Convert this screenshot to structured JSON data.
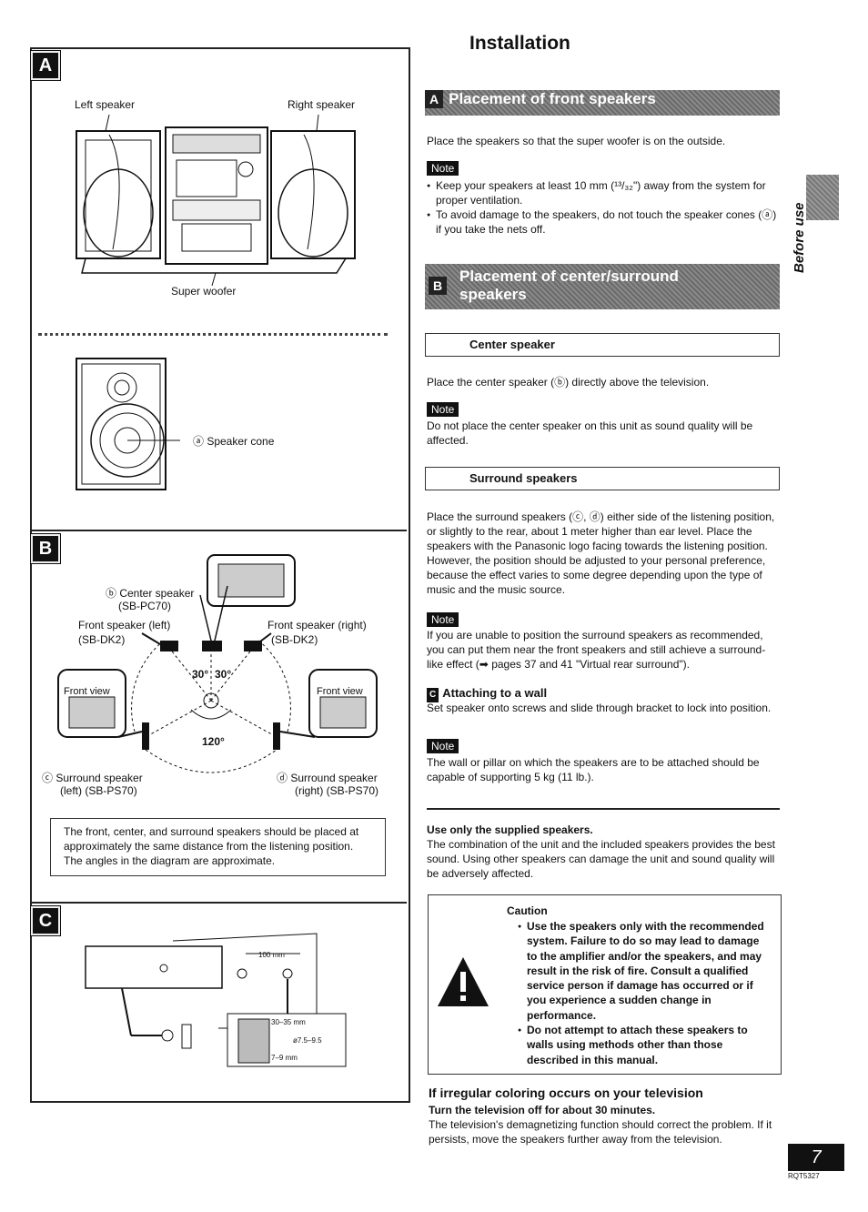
{
  "page_title": "Installation",
  "side_tab": "Before use",
  "page_number": "7",
  "doc_code": "RQT5327",
  "figure": {
    "tags": {
      "a": "A",
      "b": "B",
      "c": "C"
    },
    "a": {
      "left_speaker": "Left speaker",
      "right_speaker": "Right speaker",
      "super_woofer": "Super woofer",
      "speaker_cone": "ⓐ Speaker cone"
    },
    "b": {
      "center_speaker": "ⓑ Center speaker",
      "center_model": "(SB-PC70)",
      "front_left": "Front speaker (left)",
      "front_left_model": "(SB-DK2)",
      "front_right": "Front speaker (right)",
      "front_right_model": "(SB-DK2)",
      "front_view_l": "Front view",
      "front_view_r": "Front view",
      "angle_l": "30°",
      "angle_r": "30°",
      "angle_bottom": "120°",
      "surround_left": "ⓒ Surround speaker",
      "surround_left_model": "(left) (SB-PS70)",
      "surround_right": "ⓓ Surround speaker",
      "surround_right_model": "(right) (SB-PS70)",
      "note": "The front, center, and surround speakers should be placed at approximately the same distance from the listening position. The angles in the diagram are approximate."
    },
    "c": {
      "dim1": "100 mm",
      "dim2": "30–35 mm",
      "dim3": "ø7.5–9.5",
      "dim4": "7–9 mm"
    }
  },
  "section_a": {
    "tag": "A",
    "heading": "Placement of front speakers",
    "text": "Place the speakers so that the super woofer is on the outside.",
    "note_label": "Note",
    "bullets": [
      "Keep your speakers at least 10 mm (¹³/₃₂\") away from the system for proper ventilation.",
      "To avoid damage to the speakers, do not touch the speaker cones (ⓐ) if you take the nets off."
    ]
  },
  "section_b": {
    "tag": "B",
    "heading": "Placement of center/surround speakers",
    "center_title": "Center speaker",
    "center_text": "Place the center speaker (ⓑ) directly above the television.",
    "center_note_label": "Note",
    "center_note": "Do not place the center speaker on this unit as sound quality will be affected.",
    "surround_title": "Surround speakers",
    "surround_text": "Place the surround speakers (ⓒ, ⓓ) either side of the listening position, or slightly to the rear, about 1 meter higher than ear level. Place the speakers with the Panasonic logo facing towards the listening position. However, the position should be adjusted to your personal preference, because the effect varies to some degree depending upon the type of music and the music source.",
    "surround_note_label": "Note",
    "surround_note": "If you are unable to position the surround speakers as recommended, you can put them near the front speakers and still achieve a surround-like effect (➡ pages 37 and 41 \"Virtual rear surround\").",
    "wall_tag": "C",
    "wall_title": "Attaching to a wall",
    "wall_text": "Set speaker onto screws and slide through bracket to lock into position.",
    "wall_note_label": "Note",
    "wall_note": "The wall or pillar on which the speakers are to be attached should be capable of supporting 5 kg (11 lb.)."
  },
  "supplied": {
    "title": "Use only the supplied speakers.",
    "text": "The combination of the unit and the included speakers provides the best sound. Using other speakers can damage the unit and sound quality will be adversely affected."
  },
  "caution": {
    "title": "Caution",
    "bullets": [
      "Use the speakers only with the recommended system. Failure to do so may lead to damage to the amplifier and/or the speakers, and may result in the risk of fire. Consult a qualified service person if damage has occurred or if you experience a sudden change in performance.",
      "Do not attempt to attach these speakers to walls using methods other than those described in this manual."
    ]
  },
  "tv": {
    "title": "If irregular coloring occurs on your television",
    "subtitle": "Turn the television off for about 30 minutes.",
    "text": "The television's demagnetizing function should correct the problem. If it persists, move the speakers further away from the television."
  }
}
